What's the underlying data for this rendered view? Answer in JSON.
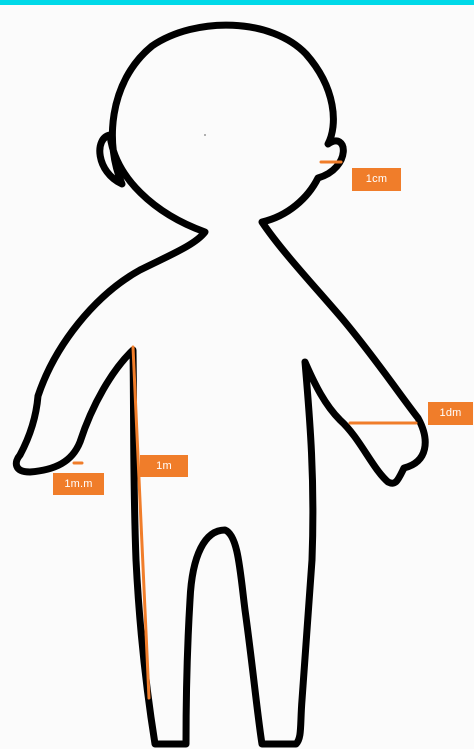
{
  "colors": {
    "top_bar": "#00d9e8",
    "outline": "#000000",
    "marker": "#f07d2a",
    "label_bg": "#f07d2a",
    "label_text": "#ffffff"
  },
  "labels": {
    "ear": "1cm",
    "hand": "1dm",
    "body": "1m",
    "finger": "1m.m"
  }
}
